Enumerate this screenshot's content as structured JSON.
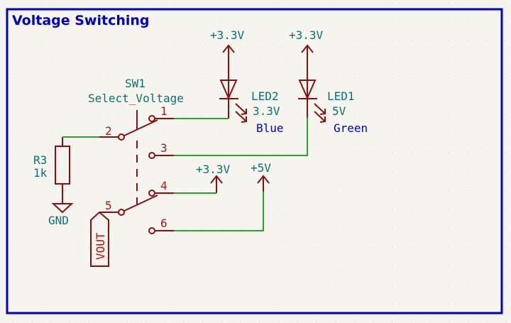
{
  "sheet": {
    "title": "Voltage Switching",
    "frame_color": "#0000c4",
    "wire_color": "#2aa02a",
    "symbol_color": "#8c0f0f",
    "reference_color": "#0a7070",
    "value_color_alt": "#0000c4",
    "background": "#f5f4ef"
  },
  "components": {
    "sw1": {
      "ref": "SW1",
      "value": "Select_Voltage",
      "pins": [
        "1",
        "2",
        "3",
        "4",
        "5",
        "6"
      ]
    },
    "led2": {
      "ref": "LED2",
      "value": "3.3V",
      "color_label": "Blue"
    },
    "led1": {
      "ref": "LED1",
      "value": "5V",
      "color_label": "Green"
    },
    "r3": {
      "ref": "R3",
      "value": "1k"
    }
  },
  "power": {
    "led2_supply": "+3.3V",
    "led1_supply": "+3.3V",
    "pin4_supply": "+3.3V",
    "pin6_supply": "+5V",
    "ground": "GND"
  },
  "labels": {
    "vout": "VOUT"
  }
}
